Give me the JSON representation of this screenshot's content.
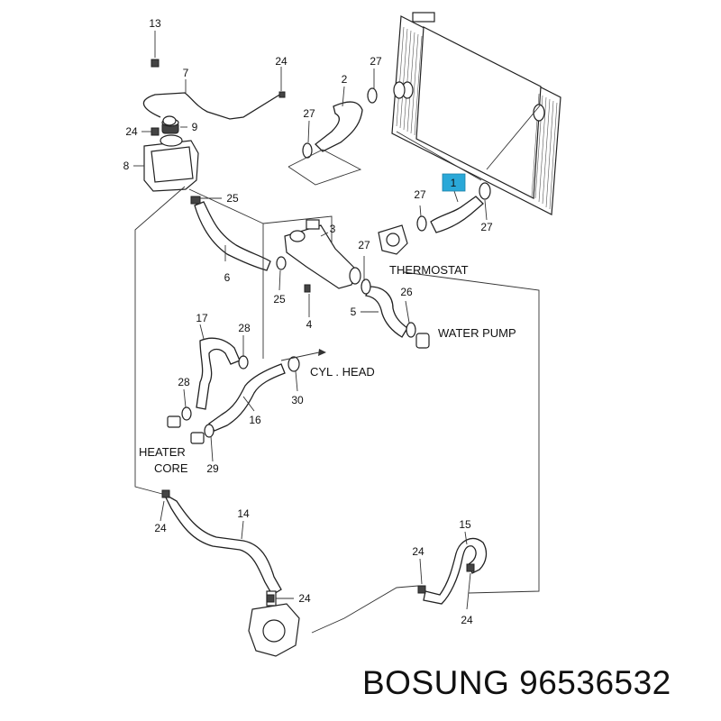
{
  "labels": {
    "thermostat": "THERMOSTAT",
    "water_pump": "WATER PUMP",
    "cyl_head": "CYL . HEAD",
    "heater_line1": "HEATER",
    "heater_line2": "CORE"
  },
  "callouts": {
    "c1": "1",
    "c2": "2",
    "c3": "3",
    "c4": "4",
    "c5": "5",
    "c6": "6",
    "c7": "7",
    "c8": "8",
    "c9": "9",
    "c13": "13",
    "c14": "14",
    "c15": "15",
    "c16": "16",
    "c17": "17",
    "c24a": "24",
    "c24b": "24",
    "c24c": "24",
    "c24d": "24",
    "c24e": "24",
    "c24f": "24",
    "c25a": "25",
    "c25b": "25",
    "c26": "26",
    "c27a": "27",
    "c27b": "27",
    "c27c": "27",
    "c27d": "27",
    "c27e": "27",
    "c28a": "28",
    "c28b": "28",
    "c29": "29",
    "c30": "30"
  },
  "highlight_color": "#2aa8d8",
  "brand_text": "BOSUNG 96536532"
}
